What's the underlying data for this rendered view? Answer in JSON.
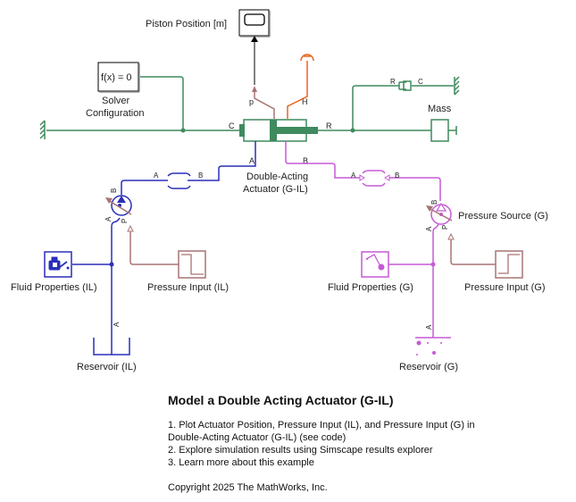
{
  "colors": {
    "mech": "#3f8a5e",
    "il": "#2b2fb8",
    "gas": "#c65ad6",
    "signal": "#a87474",
    "thermal": "#ea6520",
    "phys_signal": "#000000",
    "block_border": "#000000"
  },
  "blocks": {
    "scope": {
      "label": "Piston Position [m]",
      "icon": "scope-icon"
    },
    "solver": {
      "text": "f(x) = 0",
      "label_line1": "Solver",
      "label_line2": "Configuration"
    },
    "actuator": {
      "label_line1": "Double-Acting",
      "label_line2": "Actuator (G-IL)",
      "ports": {
        "C": "C",
        "R": "R",
        "A": "A",
        "B": "B",
        "p": "p",
        "H": "H"
      }
    },
    "mass": {
      "label": "Mass"
    },
    "damper": {
      "port_r": "R",
      "port_c": "C"
    },
    "pipe_il": {
      "port_a": "A",
      "port_b": "B"
    },
    "pipe_g": {
      "port_a": "A",
      "port_b": "B"
    },
    "pressure_source_il": {
      "ports": {
        "A": "A",
        "B": "B",
        "P": "P"
      }
    },
    "pressure_source_g": {
      "label": "Pressure Source (G)",
      "ports": {
        "A": "A",
        "B": "B",
        "P": "P"
      }
    },
    "fluid_props_il": {
      "label": "Fluid Properties (IL)",
      "icon": "oil-can-icon"
    },
    "fluid_props_g": {
      "label": "Fluid Properties (G)",
      "icon": "gas-properties-icon"
    },
    "pressure_input_il": {
      "label": "Pressure Input (IL)",
      "icon": "step-signal-icon"
    },
    "pressure_input_g": {
      "label": "Pressure Input (G)",
      "icon": "step-signal-icon"
    },
    "reservoir_il": {
      "label": "Reservoir (IL)",
      "port": "A"
    },
    "reservoir_g": {
      "label": "Reservoir (G)",
      "port": "A"
    }
  },
  "annotation": {
    "title": "Model a Double Acting Actuator (G-IL)",
    "item1_line1": "1. Plot Actuator Position, Pressure Input (IL), and Pressure Input (G) in",
    "item1_line2": "Double-Acting Actuator (G-IL) (see code)",
    "item2": "2. Explore simulation results using Simscape results explorer",
    "item3": "3. Learn more about this example",
    "copyright": "Copyright 2025 The MathWorks, Inc."
  }
}
